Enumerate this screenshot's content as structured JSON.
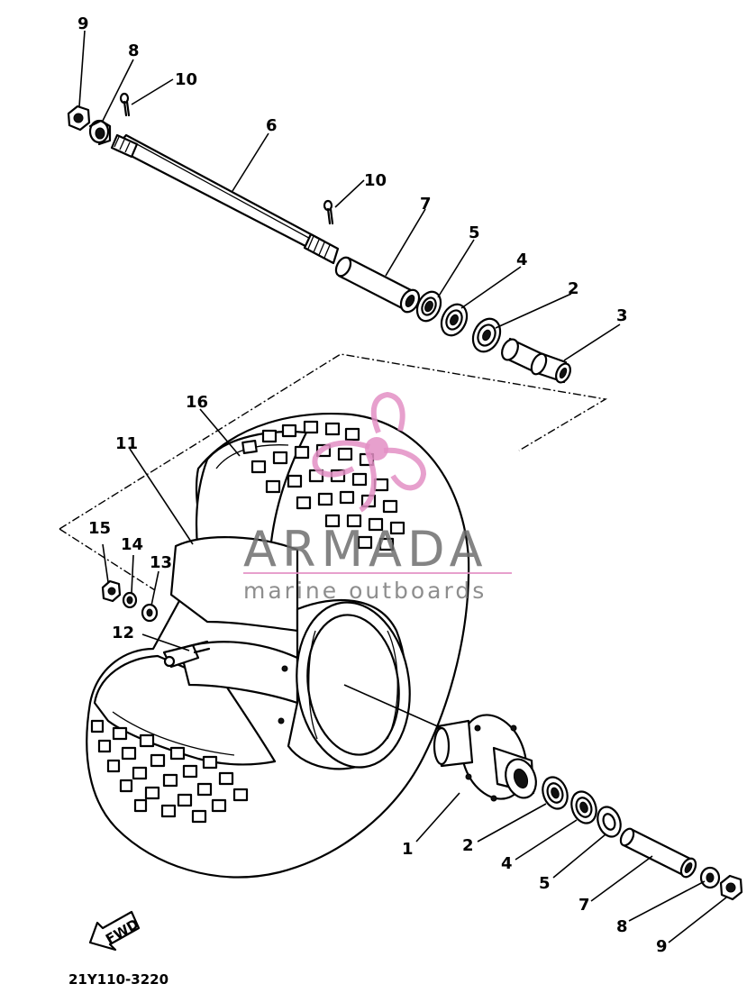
{
  "diagram": {
    "part_code": "21Y110-3220",
    "fwd_label": "FWD",
    "callouts": {
      "c9_top": "9",
      "c8_top": "8",
      "c10_top": "10",
      "c6": "6",
      "c10_mid": "10",
      "c7_top": "7",
      "c5_top": "5",
      "c4_top": "4",
      "c2_top": "2",
      "c3": "3",
      "c16": "16",
      "c11": "11",
      "c15": "15",
      "c14": "14",
      "c13": "13",
      "c12": "12",
      "c1": "1",
      "c2_bot": "2",
      "c4_bot": "4",
      "c5_bot": "5",
      "c7_bot": "7",
      "c8_bot": "8",
      "c9_bot": "9"
    }
  },
  "watermark": {
    "brand": "ARMADA",
    "tagline": "marine outboards",
    "color": "#e38fc4"
  }
}
